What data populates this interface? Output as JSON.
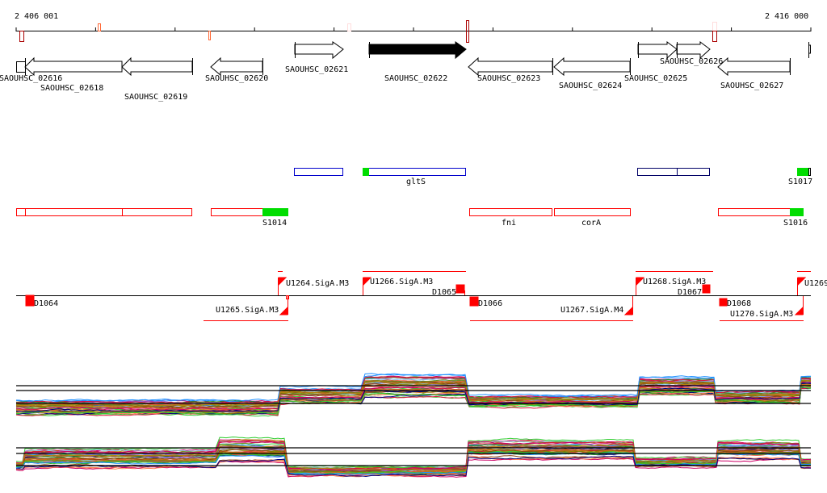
{
  "ruler": {
    "start_label": "2 406 001",
    "end_label": "2 416 000"
  },
  "genes": {
    "g02616": "SAOUHSC_02616",
    "g02618": "SAOUHSC_02618",
    "g02619": "SAOUHSC_02619",
    "g02620": "SAOUHSC_02620",
    "g02621": "SAOUHSC_02621",
    "g02622": "SAOUHSC_02622",
    "g02623": "SAOUHSC_02623",
    "g02624": "SAOUHSC_02624",
    "g02625": "SAOUHSC_02625",
    "g02626": "SAOUHSC_02626",
    "g02627": "SAOUHSC_02627"
  },
  "features": {
    "gltS": "gltS",
    "S1017": "S1017",
    "S1014": "S1014",
    "fni": "fni",
    "corA": "corA",
    "S1016": "S1016"
  },
  "promoters": {
    "D1064": "D1064",
    "U1264": "U1264.SigA.M3",
    "U1265": "U1265.SigA.M3",
    "U1266": "U1266.SigA.M3",
    "D1065": "D1065",
    "D1066": "D1066",
    "U1267": "U1267.SigA.M4",
    "U1268": "U1268.SigA.M3",
    "D1067": "D1067",
    "D1068": "D1068",
    "U1270": "U1270.SigA.M3",
    "U1269": "U1269"
  },
  "colors": {
    "promoter": "#ff0000",
    "feature_blue": "#0000cc",
    "feature_green": "#00dd00",
    "feature_red": "#ff0000",
    "series": [
      "#e5533a",
      "#8b4513",
      "#6b8e23",
      "#32cd32",
      "#cc0066",
      "#1e90ff",
      "#000080",
      "#b8860b",
      "#ff7f50",
      "#9370db",
      "#a0522d",
      "#87ceeb",
      "#228b22",
      "#dc143c",
      "#808000",
      "#d2691e"
    ]
  }
}
